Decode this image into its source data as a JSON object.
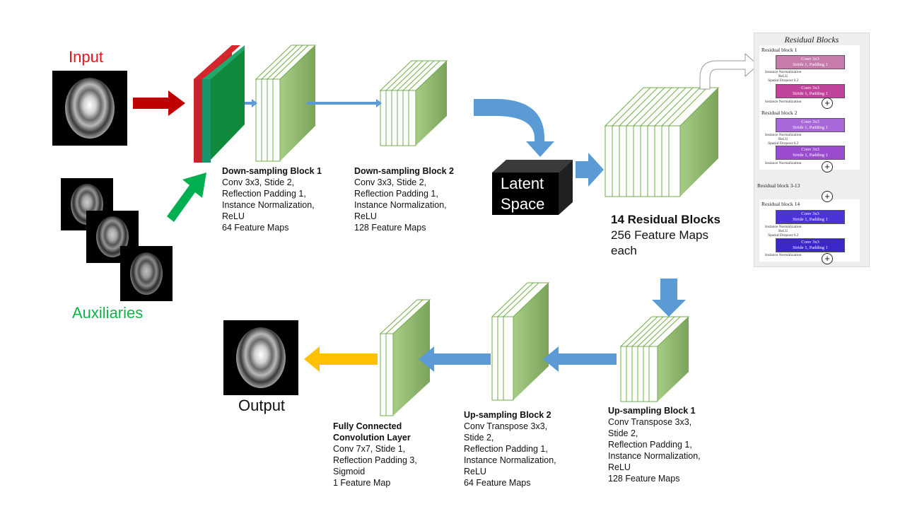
{
  "input_label": "Input",
  "auxiliaries_label": "Auxiliaries",
  "output_label": "Output",
  "latent": {
    "line1": "Latent",
    "line2": "Space"
  },
  "down1": {
    "title": "Down-sampling Block 1",
    "lines": [
      "Conv  3x3, Stide 2,",
      "Reflection Padding 1,",
      "Instance Normalization,",
      "ReLU",
      "64 Feature Maps"
    ]
  },
  "down2": {
    "title": "Down-sampling Block 2",
    "lines": [
      "Conv  3x3, Stide 2,",
      "Reflection Padding 1,",
      "Instance Normalization,",
      "ReLU",
      "128 Feature Maps"
    ]
  },
  "residual": {
    "title": "14 Residual Blocks",
    "line1": "256 Feature Maps",
    "line2": "each"
  },
  "up1": {
    "title": "Up-sampling Block 1",
    "lines": [
      "Conv Transpose 3x3,",
      "Stide 2,",
      "Reflection Padding 1,",
      "Instance Normalization,",
      "ReLU",
      "128 Feature Maps"
    ]
  },
  "up2": {
    "title": "Up-sampling Block 2",
    "lines": [
      "Conv Transpose 3x3,",
      "Stide 2,",
      "Reflection Padding 1,",
      "Instance Normalization,",
      "ReLU",
      "64 Feature Maps"
    ]
  },
  "fc": {
    "title1": "Fully Connected",
    "title2": "Convolution Layer",
    "lines": [
      "Conv 7x7, Stide 1,",
      "Reflection Padding 3,",
      "Sigmoid",
      "1 Feature Map"
    ]
  },
  "res_panel": {
    "title": "Residual Blocks",
    "block1": "Residual block 1",
    "block2": "Residual block 2",
    "block_mid": "Residual block 3-13",
    "block14": "Residual block 14",
    "conv_a": "Conv 3x3",
    "conv_b": "Stride 1, Padding 1",
    "mid_lines": [
      "Instance Normalization",
      "ReLU",
      "Spatial Dropout 0.2"
    ],
    "norm": "Instance Normalization",
    "plus": "+"
  },
  "colors": {
    "input": "#e8141c",
    "auxiliaries": "#12b14c",
    "arrow_blue": "#5b9bd5",
    "arrow_red": "#c00000",
    "arrow_green": "#00b050",
    "arrow_yellow": "#ffc000",
    "layer_face": "#8fb770",
    "layer_side": "#ffffff"
  }
}
